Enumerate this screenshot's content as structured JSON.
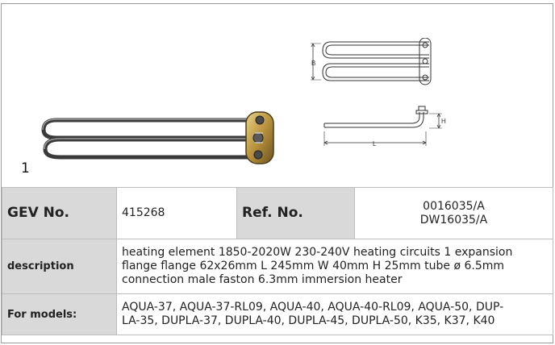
{
  "item_number": "1",
  "diagram": {
    "dim_b": "B",
    "dim_h": "H",
    "dim_l": "L"
  },
  "spec": {
    "gev_label": "GEV No.",
    "gev_value": "415268",
    "ref_label": "Ref. No.",
    "ref_values": [
      "0016035/A",
      "DW16035/A"
    ],
    "description_label": "description",
    "description_lines": [
      "heating element  1850-2020W 230-240V heating circuits 1 expansion",
      "flange flange 62x26mm L 245mm W 40mm H 25mm tube ø 6.5mm",
      "connection male faston 6.3mm immersion heater"
    ],
    "models_label": "For models:",
    "models_lines": [
      "AQUA-37, AQUA-37-RL09, AQUA-40, AQUA-40-RL09, AQUA-50, DUP-",
      "LA-35, DUPLA-37, DUPLA-40, DUPLA-45, DUPLA-50, K35, K37, K40"
    ]
  },
  "colors": {
    "label_bg": "#d9d9d9",
    "border": "#bdbdbd"
  }
}
